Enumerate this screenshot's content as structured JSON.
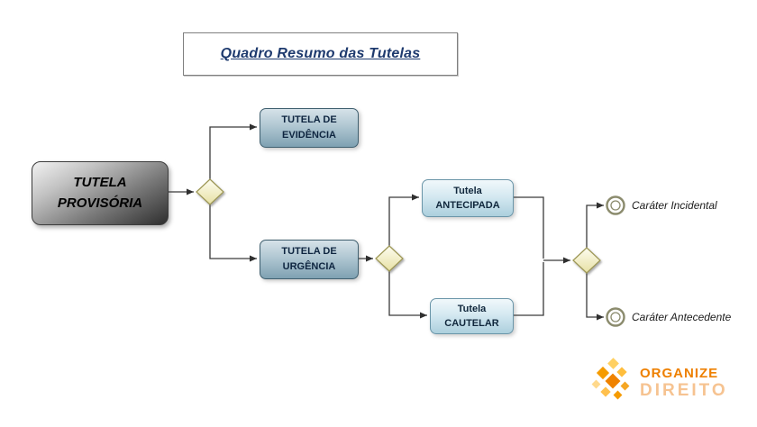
{
  "title": "Quadro Resumo das Tutelas",
  "nodes": {
    "provisoria": {
      "line1": "TUTELA",
      "line2": "PROVISÓRIA"
    },
    "evidencia": {
      "line1": "TUTELA DE",
      "line2": "EVIDÊNCIA"
    },
    "urgencia": {
      "line1": "TUTELA DE",
      "line2": "URGÊNCIA"
    },
    "antecipada": {
      "line1": "Tutela",
      "line2": "ANTECIPADA"
    },
    "cautelar": {
      "line1": "Tutela",
      "line2": "CAUTELAR"
    }
  },
  "end_labels": {
    "incidental": "Caráter Incidental",
    "antecedente": "Caráter Antecedente"
  },
  "logo": {
    "name_top": "ORGANIZE",
    "name_bottom": "DIREITO"
  },
  "colors": {
    "title_blue": "#1e3a6e",
    "steel_blue": "#7fa1b2",
    "light_blue": "#accfdd",
    "diamond_yellow": "#e7e1a4",
    "end_event_ring": "#8b8b6d",
    "connector": "#3a3a3a",
    "logo_orange": "#ee8000",
    "logo_orange_light": "#f6c391"
  }
}
